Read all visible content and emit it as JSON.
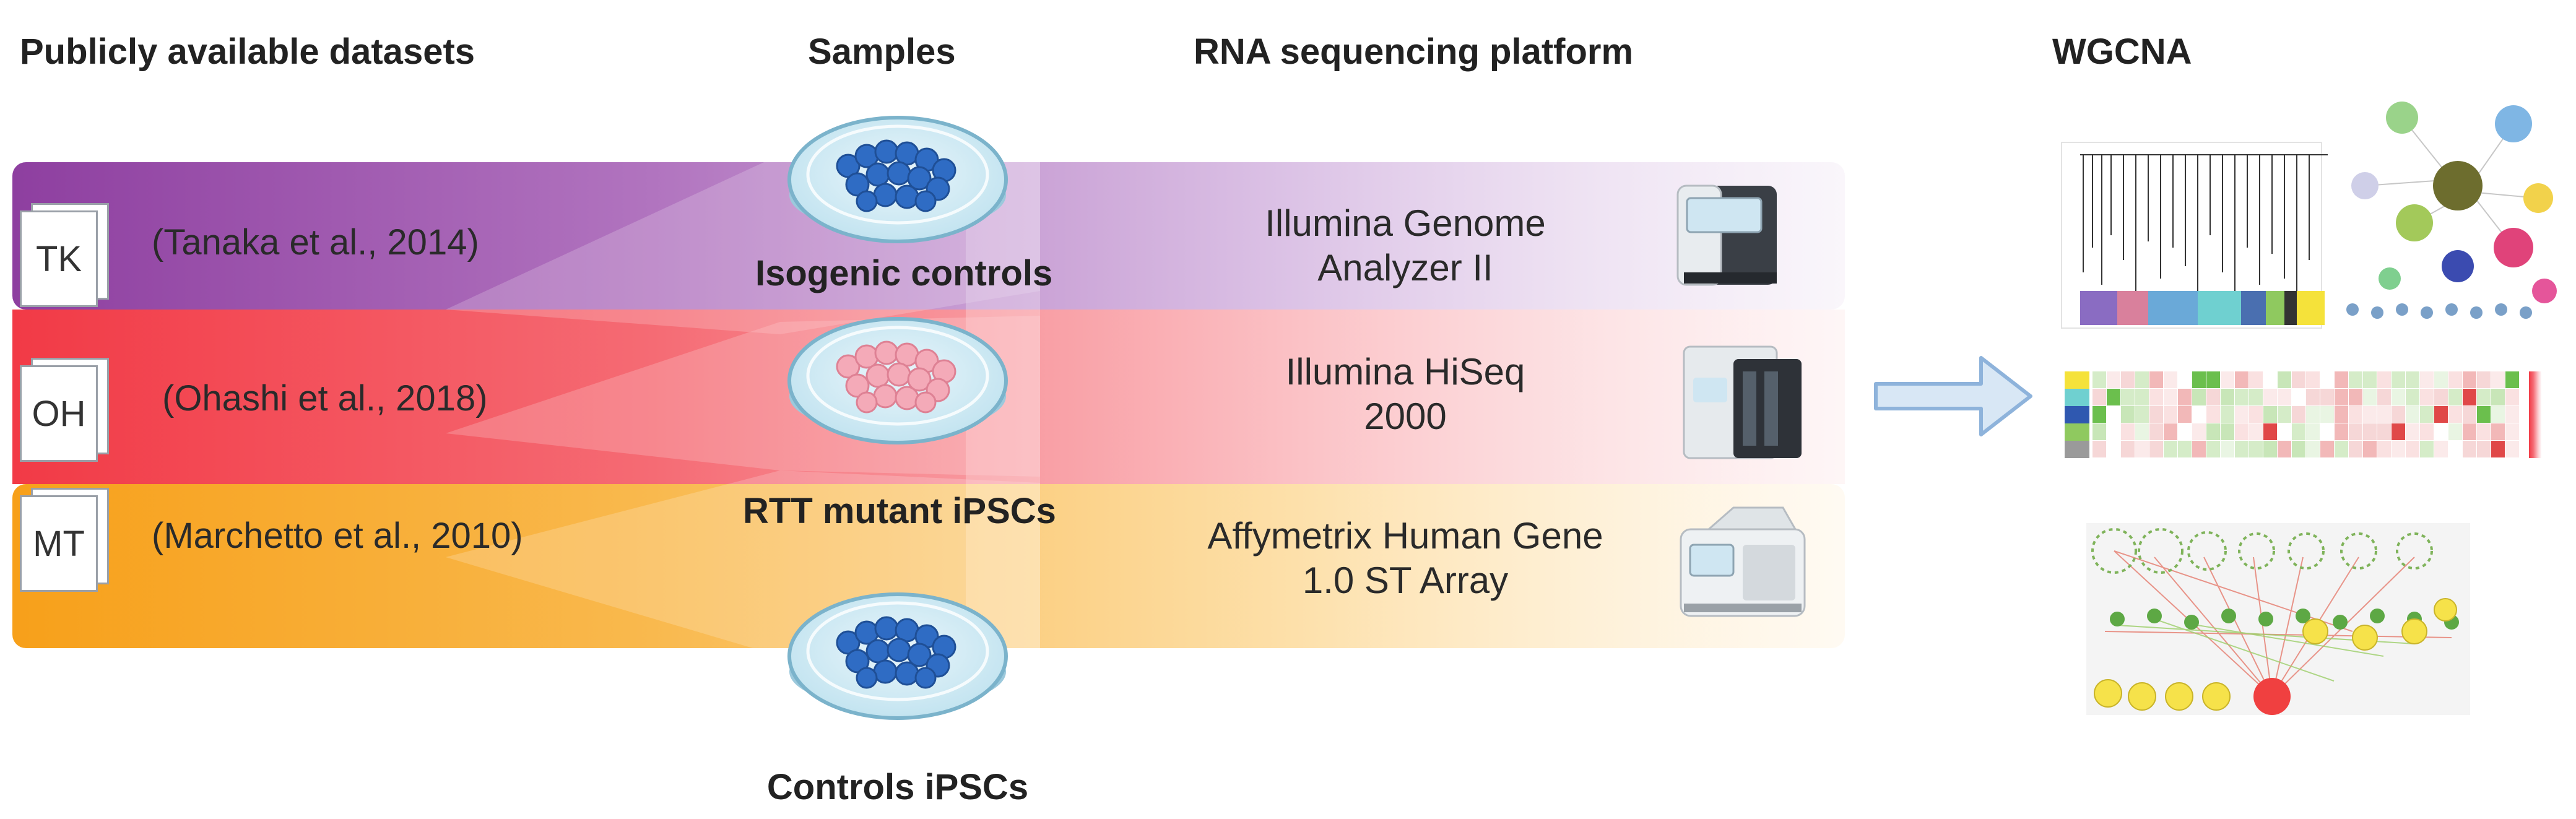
{
  "headers": {
    "datasets": "Publicly available datasets",
    "samples": "Samples",
    "platform": "RNA sequencing platform",
    "wgcna": "WGCNA"
  },
  "datasets": [
    {
      "code": "TK",
      "citation": "(Tanaka et al., 2014)",
      "color": "#8e3fa0"
    },
    {
      "code": "OH",
      "citation": "(Ohashi et al., 2018)",
      "color": "#f0404a"
    },
    {
      "code": "MT",
      "citation": "(Marchetto et al., 2010)",
      "color": "#f7a21e"
    }
  ],
  "samples": [
    {
      "label": "Isogenic controls",
      "cell_color": "#2f6cc4"
    },
    {
      "label": "RTT mutant iPSCs",
      "cell_color": "#f4aab8"
    },
    {
      "label": "Controls iPSCs",
      "cell_color": "#2f6cc4"
    }
  ],
  "platforms": [
    {
      "line1": "Illumina Genome",
      "line2": "Analyzer II"
    },
    {
      "line1": "Illumina HiSeq",
      "line2": "2000"
    },
    {
      "line1": "Affymetrix Human Gene",
      "line2": "1.0 ST Array"
    }
  ],
  "icons": {
    "arrow": "right-arrow-icon",
    "sequencer": "sequencer-instrument-icon",
    "dish": "petri-dish-icon",
    "document": "document-stack-icon"
  }
}
